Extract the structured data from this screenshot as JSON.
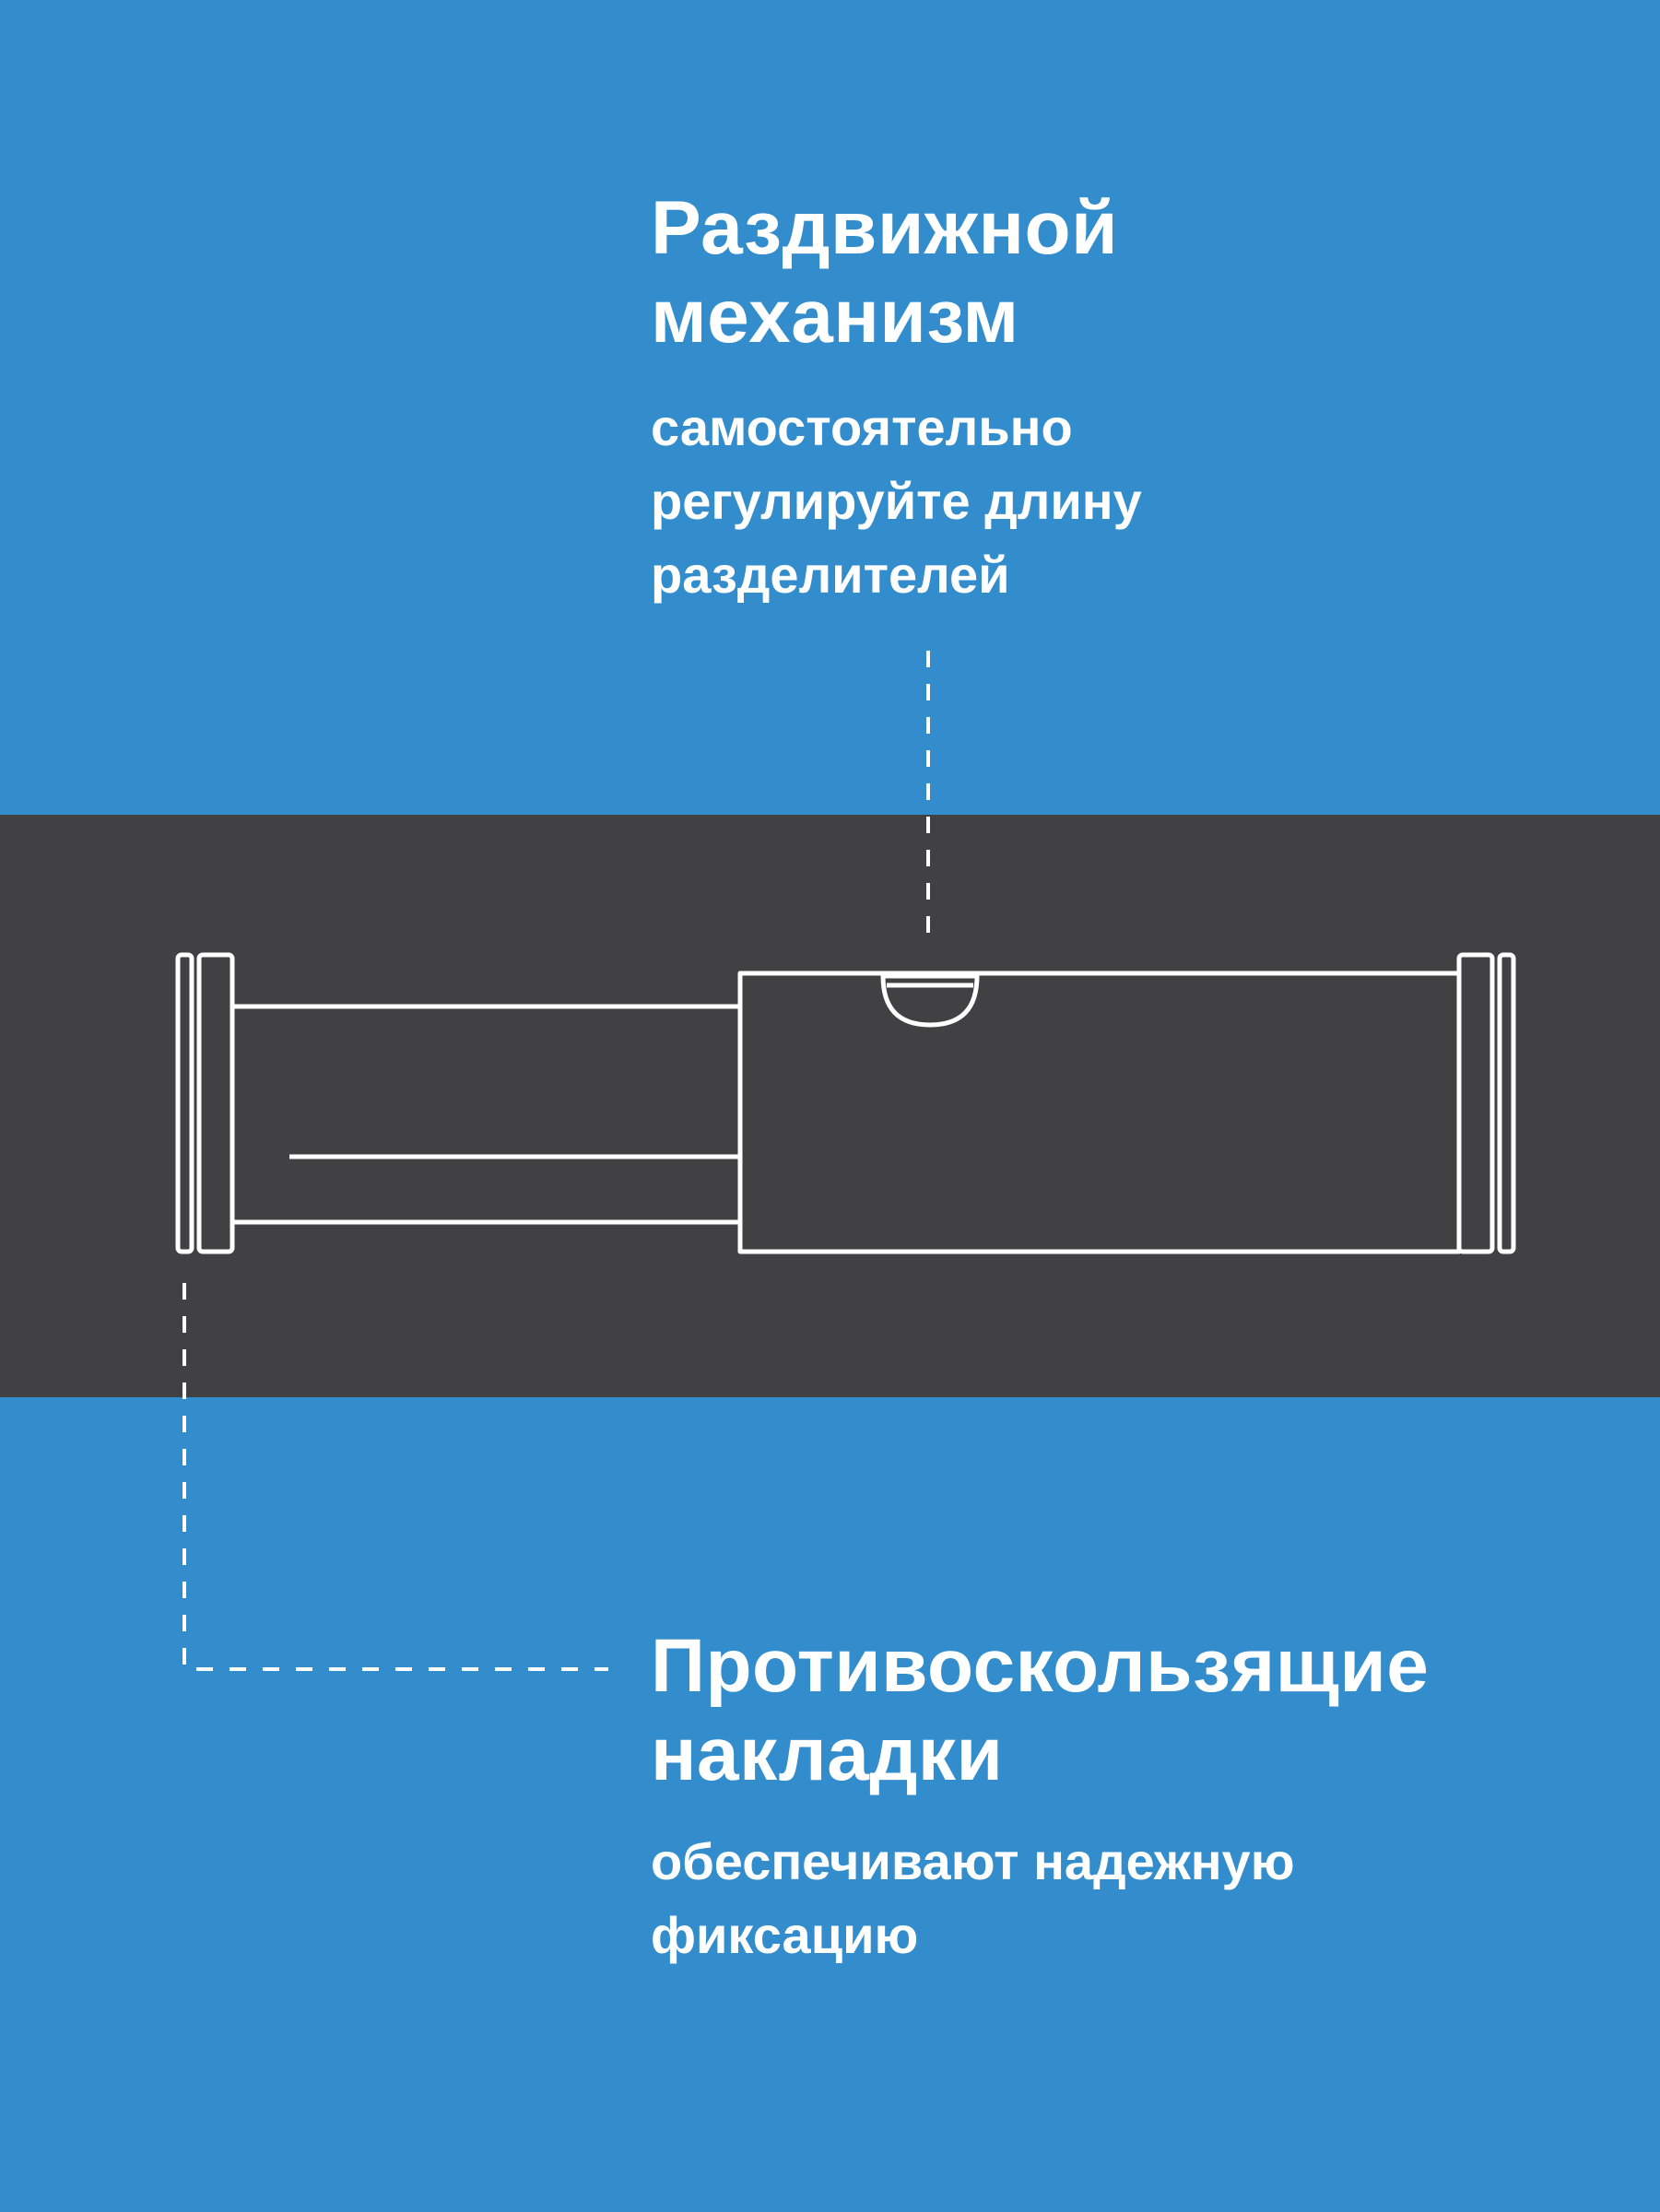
{
  "colors": {
    "background": "#338dcc",
    "band": "#414143",
    "line": "#ffffff"
  },
  "features": [
    {
      "title_lines": [
        "Раздвижной",
        "механизм"
      ],
      "description_lines": [
        "самостоятельно",
        "регулируйте длину",
        "разделителей"
      ]
    },
    {
      "title_lines": [
        "Противоскользящие",
        "накладки"
      ],
      "description_lines": [
        "обеспечивают надежную",
        "фиксацию"
      ]
    }
  ]
}
